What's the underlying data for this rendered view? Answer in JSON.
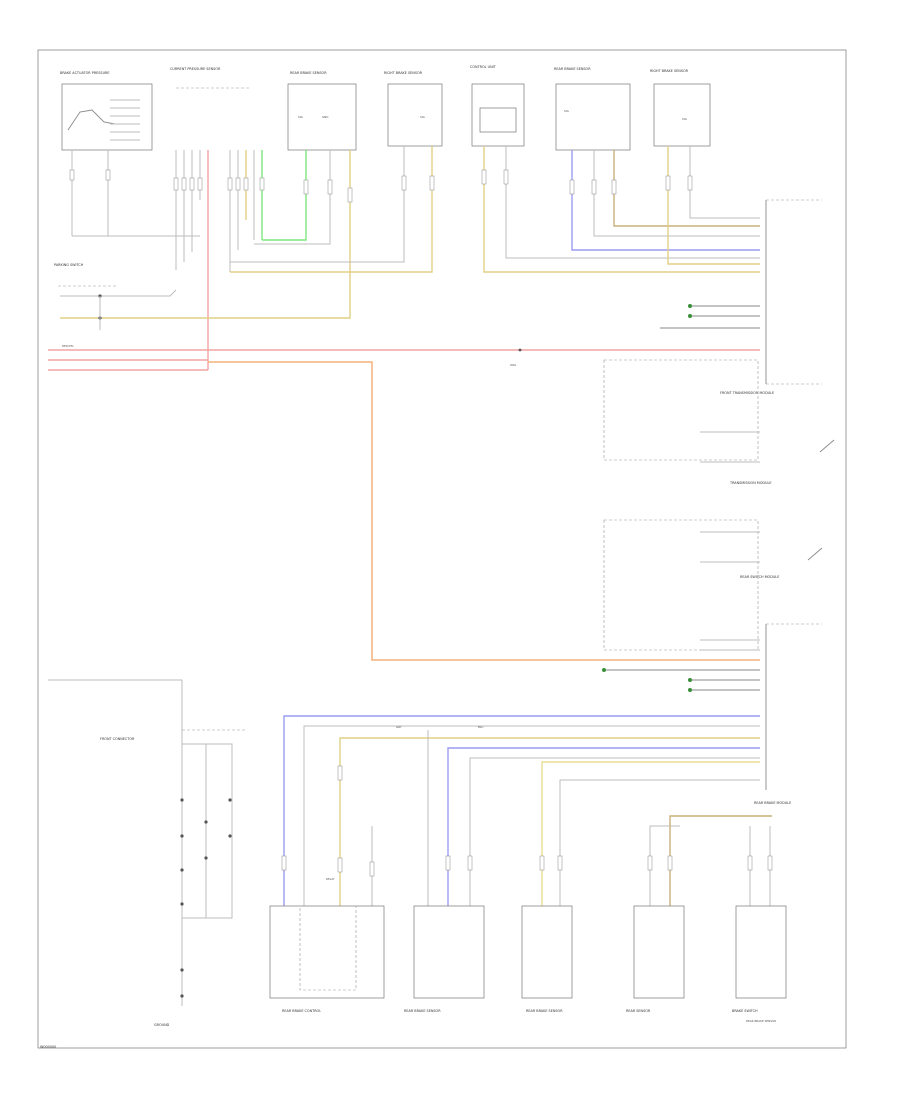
{
  "diagram": {
    "footer_code": "W000000",
    "components": {
      "top": [
        {
          "id": "c1",
          "label": "BRAKE ACTUATOR PRESSURE"
        },
        {
          "id": "c2",
          "label": "CURRENT PRESSURE SENSOR"
        },
        {
          "id": "c3",
          "label": "REAR BRAKE SENSOR"
        },
        {
          "id": "c4",
          "label": "RIGHT BRAKE SENSOR"
        },
        {
          "id": "c5",
          "label": "CONTROL UNIT"
        },
        {
          "id": "c6",
          "label": "REAR BRAKE SENSOR"
        },
        {
          "id": "c7",
          "label": "RIGHT BRAKE SENSOR"
        }
      ],
      "bottom": [
        {
          "id": "b1",
          "label": "REAR BRAKE CONTROL"
        },
        {
          "id": "b2",
          "label": "REAR BRAKE SENSOR"
        },
        {
          "id": "b3",
          "label": "REAR BRAKE SENSOR"
        },
        {
          "id": "b4",
          "label": "REAR SENSOR"
        },
        {
          "id": "b5",
          "label": "REAR BRAKE SENSOR"
        },
        {
          "id": "b6",
          "label": "BRAKE SWITCH"
        }
      ],
      "left": [
        {
          "id": "l1",
          "label": "PARKING SWITCH"
        },
        {
          "id": "l2",
          "label": "FRONT CONNECTOR"
        },
        {
          "id": "l3",
          "label": "GROUND"
        }
      ],
      "right": [
        {
          "id": "r1",
          "label": "FRONT TRANSMISSION MODULE"
        },
        {
          "id": "r2",
          "label": "TRANSMISSION MODULE"
        },
        {
          "id": "r3",
          "label": "REAR SWITCH MODULE"
        },
        {
          "id": "r4",
          "label": "REAR BRAKE MODULE"
        }
      ]
    },
    "wire_labels": {
      "red": "RED/YEL",
      "orange": "ORG",
      "yellow": "YEL",
      "blue": "BLU",
      "green": "GRN",
      "gray": "GRY"
    },
    "colors": {
      "red": "#f2a3a3",
      "orange": "#f3b27e",
      "yellow": "#e2cf86",
      "tan": "#c9b27a",
      "green": "#7fe57f",
      "blue": "#9c9cf0",
      "gray": "#bdbdbd"
    }
  }
}
